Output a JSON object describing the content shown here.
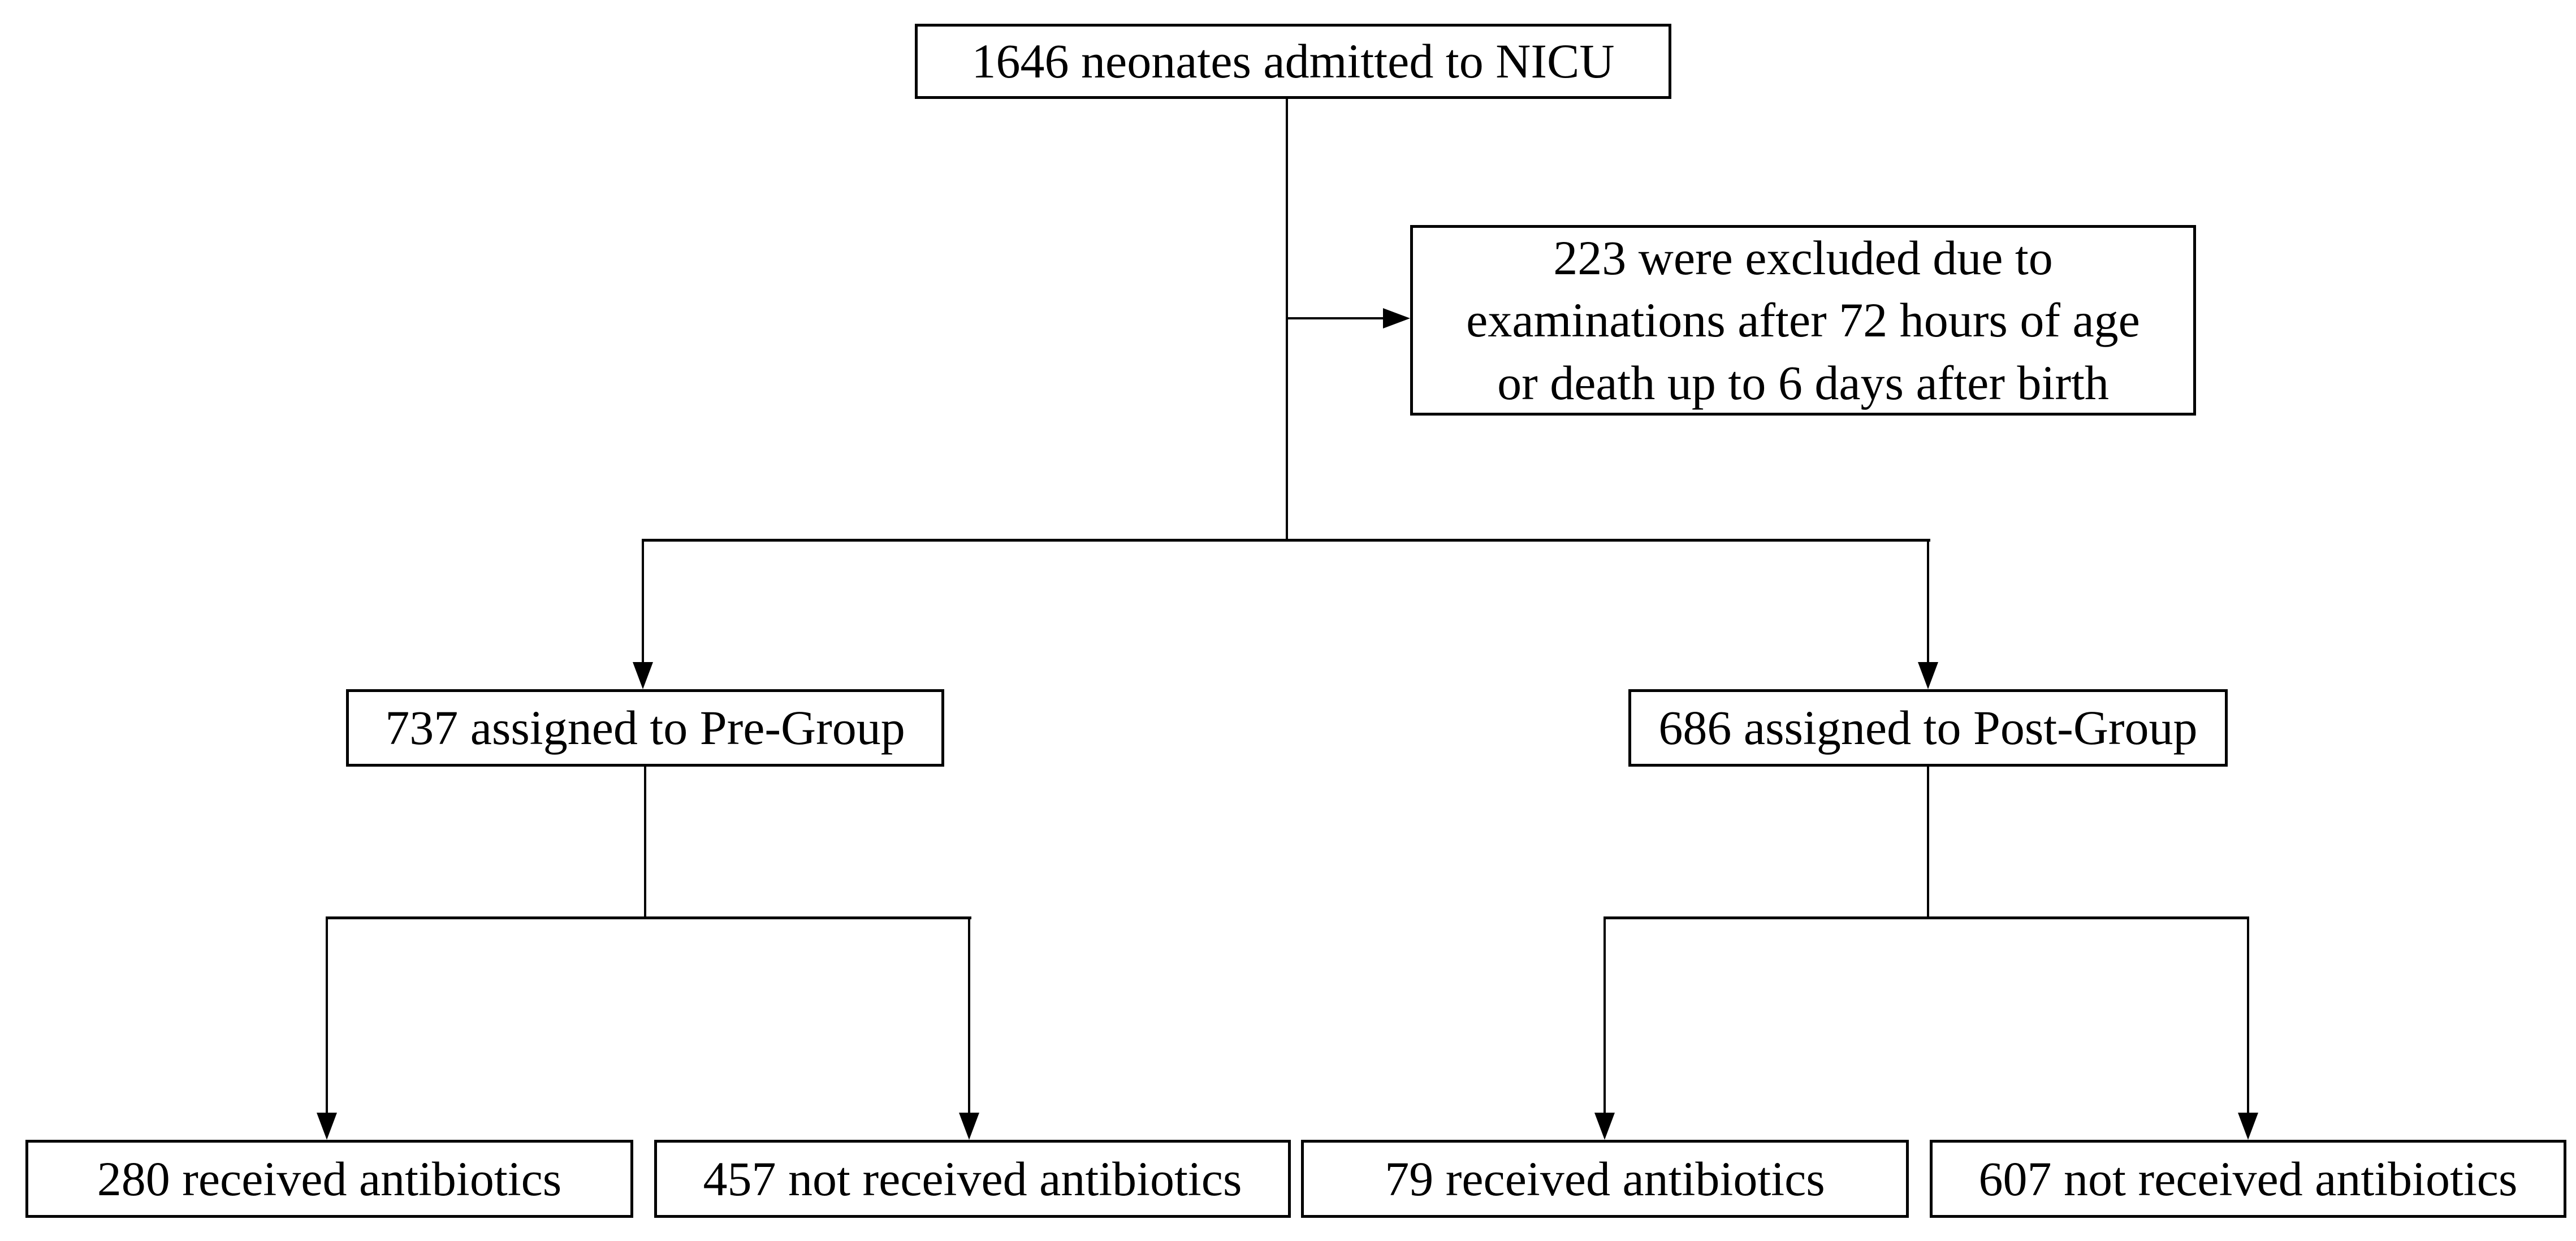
{
  "diagram": {
    "background_color": "#ffffff",
    "line_color": "#000000",
    "text_color": "#000000",
    "nodes": {
      "admitted": {
        "label": "1646 neonates admitted to NICU"
      },
      "excluded": {
        "label": "223 were excluded due to examinations after 72 hours of age or death up to 6 days after birth",
        "lines": [
          "223 were excluded due to",
          "examinations after 72 hours of age",
          "or death up to 6 days after birth"
        ]
      },
      "pre_group": {
        "label": "737 assigned to Pre-Group"
      },
      "post_group": {
        "label": "686 assigned to Post-Group"
      },
      "pre_antibiotics": {
        "label": "280 received antibiotics"
      },
      "pre_no_antibiotics": {
        "label": "457 not received antibiotics"
      },
      "post_antibiotics": {
        "label": "79 received antibiotics"
      },
      "post_no_antibiotics": {
        "label": "607 not received antibiotics"
      }
    },
    "edges": [
      {
        "from": "admitted",
        "to": "excluded"
      },
      {
        "from": "admitted",
        "to": "pre_group"
      },
      {
        "from": "admitted",
        "to": "post_group"
      },
      {
        "from": "pre_group",
        "to": "pre_antibiotics"
      },
      {
        "from": "pre_group",
        "to": "pre_no_antibiotics"
      },
      {
        "from": "post_group",
        "to": "post_antibiotics"
      },
      {
        "from": "post_group",
        "to": "post_no_antibiotics"
      }
    ]
  }
}
